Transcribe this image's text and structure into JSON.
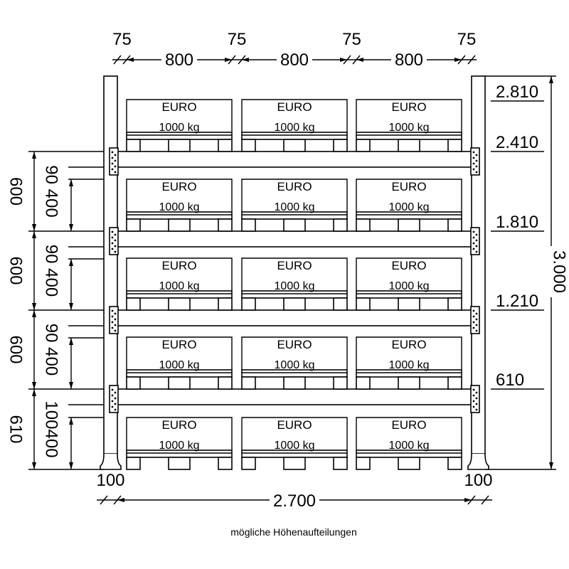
{
  "colors": {
    "ink": "#000000",
    "paper": "#ffffff"
  },
  "diagram": {
    "top_gaps": [
      "75",
      "75",
      "75",
      "75"
    ],
    "top_bays": [
      "800",
      "800",
      "800"
    ],
    "pallet": {
      "label": "EURO",
      "load": "1000 kg"
    },
    "level_heights": [
      "2.810",
      "2.410",
      "1.810",
      "1.210",
      "610"
    ],
    "total_height": "3.000",
    "left_sections": [
      {
        "span": "600",
        "detail": "90 400"
      },
      {
        "span": "600",
        "detail": "90 400"
      },
      {
        "span": "600",
        "detail": "90 400"
      },
      {
        "span": "610",
        "detail": "100400"
      }
    ],
    "upright_widths": [
      "100",
      "100"
    ],
    "total_width": "2.700",
    "caption": "mögliche Höhenaufteilungen"
  }
}
